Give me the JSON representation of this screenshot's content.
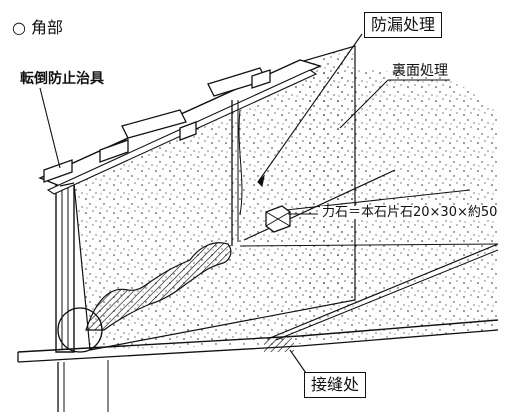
{
  "diagram": {
    "section_heading": "○  角部",
    "labels": {
      "jig": "転倒防止治具",
      "waterproof": "防漏处理",
      "back_treatment": "裏面処理",
      "stone": "力石＝本石片石20×30×約50",
      "joint": "接缝处"
    },
    "colors": {
      "line": "#111111",
      "paper": "#ffffff"
    }
  }
}
